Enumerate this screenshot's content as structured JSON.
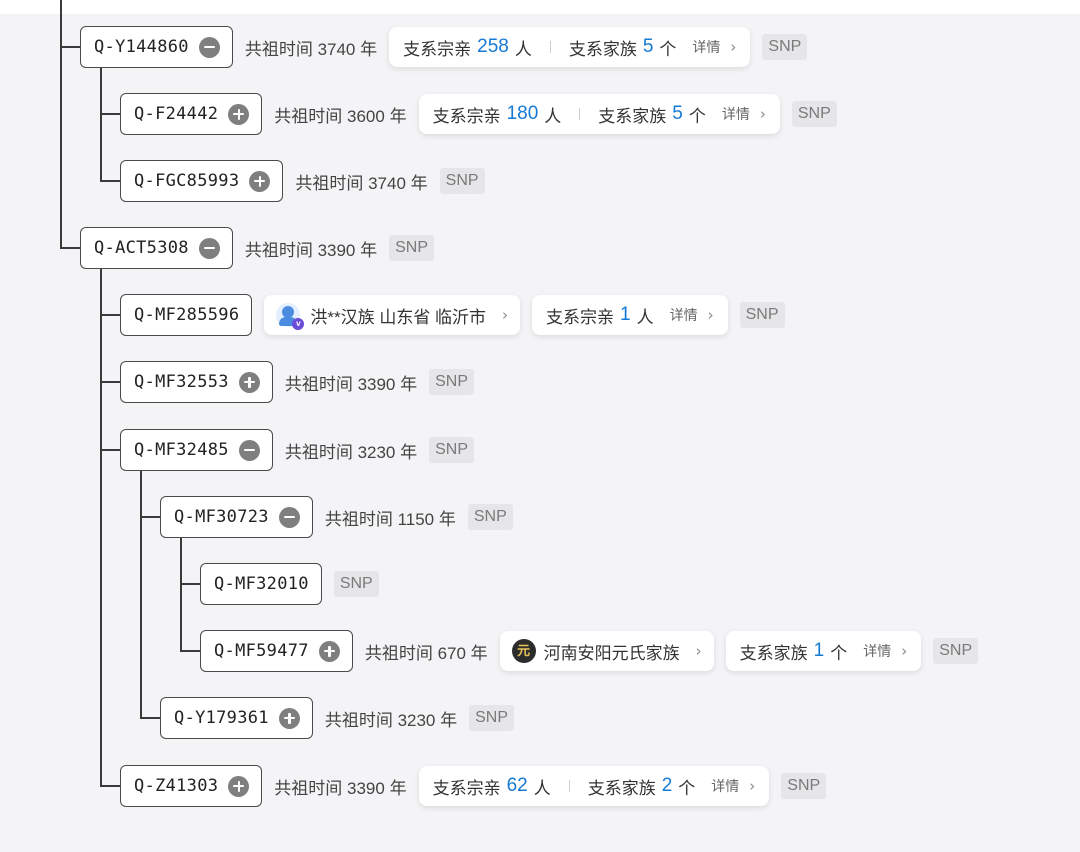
{
  "labels": {
    "age_prefix": "共祖时间",
    "age_unit": "年",
    "branch_clan": "支系宗亲",
    "branch_clan_unit": "人",
    "branch_family": "支系家族",
    "branch_family_unit": "个",
    "details": "详情",
    "snp": "SNP"
  },
  "nodes": [
    {
      "id": "Q-Y144860",
      "toggle": "minus",
      "age": "3740",
      "clan": "258",
      "family": "5"
    },
    {
      "id": "Q-F24442",
      "toggle": "plus",
      "age": "3600",
      "clan": "180",
      "family": "5"
    },
    {
      "id": "Q-FGC85993",
      "toggle": "plus",
      "age": "3740"
    },
    {
      "id": "Q-ACT5308",
      "toggle": "minus",
      "age": "3390"
    },
    {
      "id": "Q-MF285596",
      "person": "洪**汉族 山东省 临沂市",
      "clan": "1"
    },
    {
      "id": "Q-MF32553",
      "toggle": "plus",
      "age": "3390"
    },
    {
      "id": "Q-MF32485",
      "toggle": "minus",
      "age": "3230"
    },
    {
      "id": "Q-MF30723",
      "toggle": "minus",
      "age": "1150"
    },
    {
      "id": "Q-MF32010"
    },
    {
      "id": "Q-MF59477",
      "toggle": "plus",
      "age": "670",
      "family_name": "河南安阳元氏家族",
      "family_icon_char": "元",
      "family": "1"
    },
    {
      "id": "Q-Y179361",
      "toggle": "plus",
      "age": "3230"
    },
    {
      "id": "Q-Z41303",
      "toggle": "plus",
      "age": "3390",
      "clan": "62",
      "family": "2"
    }
  ],
  "icons": {
    "toggle_minus": "minus-circle-icon",
    "toggle_plus": "plus-circle-icon",
    "person_avatar": "person-avatar-icon",
    "verified_badge": "verified-badge-icon",
    "chevron": "chevron-right-icon"
  },
  "colors": {
    "number_accent": "#1679d3",
    "toggle_gray": "#7f7f7f",
    "snp_bg": "#e6e6e9",
    "page_bg": "#f4f4f6"
  }
}
